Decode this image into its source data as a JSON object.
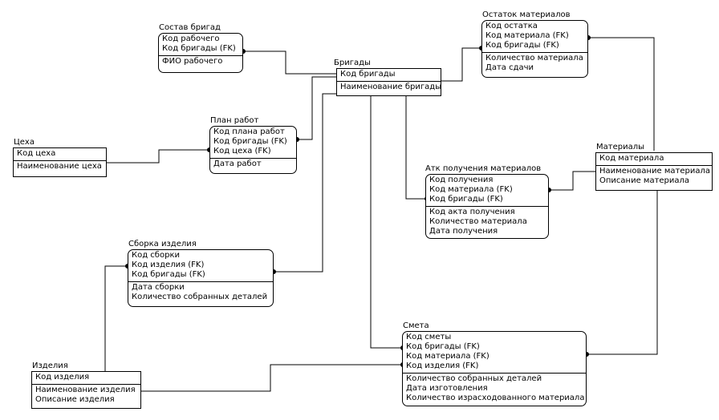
{
  "entities": {
    "sostav": {
      "title": "Состав бригад",
      "keys": [
        "Код рабочего",
        "Код бригады (FK)"
      ],
      "attrs": [
        "ФИО рабочего"
      ]
    },
    "brigady": {
      "title": "Бригады",
      "keys": [
        "Код бригады"
      ],
      "attrs": [
        "Наименование бригады"
      ]
    },
    "ostatok": {
      "title": "Остаток материалов",
      "keys": [
        "Код остатка",
        "Код материала (FK)",
        "Код бригады (FK)"
      ],
      "attrs": [
        "Количество материала",
        "Дата сдачи"
      ]
    },
    "plan": {
      "title": "План работ",
      "keys": [
        "Код плана работ",
        "Код бригады (FK)",
        "Код цеха (FK)"
      ],
      "attrs": [
        "Дата работ"
      ]
    },
    "tseha": {
      "title": "Цеха",
      "keys": [
        "Код цеха"
      ],
      "attrs": [
        "Наименование цеха"
      ]
    },
    "materialy": {
      "title": "Материалы",
      "keys": [
        "Код материала"
      ],
      "attrs": [
        "Наименование материала",
        "Описание материала"
      ]
    },
    "akt": {
      "title": "Атк получения материалов",
      "keys": [
        "Код получения",
        "Код материала (FK)",
        "Код бригады (FK)"
      ],
      "attrs": [
        "Код акта получения",
        "Количество материала",
        "Дата получения"
      ]
    },
    "sborka": {
      "title": "Сборка изделия",
      "keys": [
        "Код сборки",
        "Код изделия (FK)",
        "Код бригады (FK)"
      ],
      "attrs": [
        "Дата сборки",
        "Количество собранных деталей"
      ]
    },
    "smeta": {
      "title": "Смета",
      "keys": [
        "Код сметы",
        "Код бригады (FK)",
        "Код материала (FK)",
        "Код изделия (FK)"
      ],
      "attrs": [
        "Количество собранных деталей",
        "Дата изготовления",
        "Количество израсходованного материала"
      ]
    },
    "izdeliya": {
      "title": "Изделия",
      "keys": [
        "Код изделия"
      ],
      "attrs": [
        "Наименование изделия",
        "Описание изделия"
      ]
    }
  }
}
